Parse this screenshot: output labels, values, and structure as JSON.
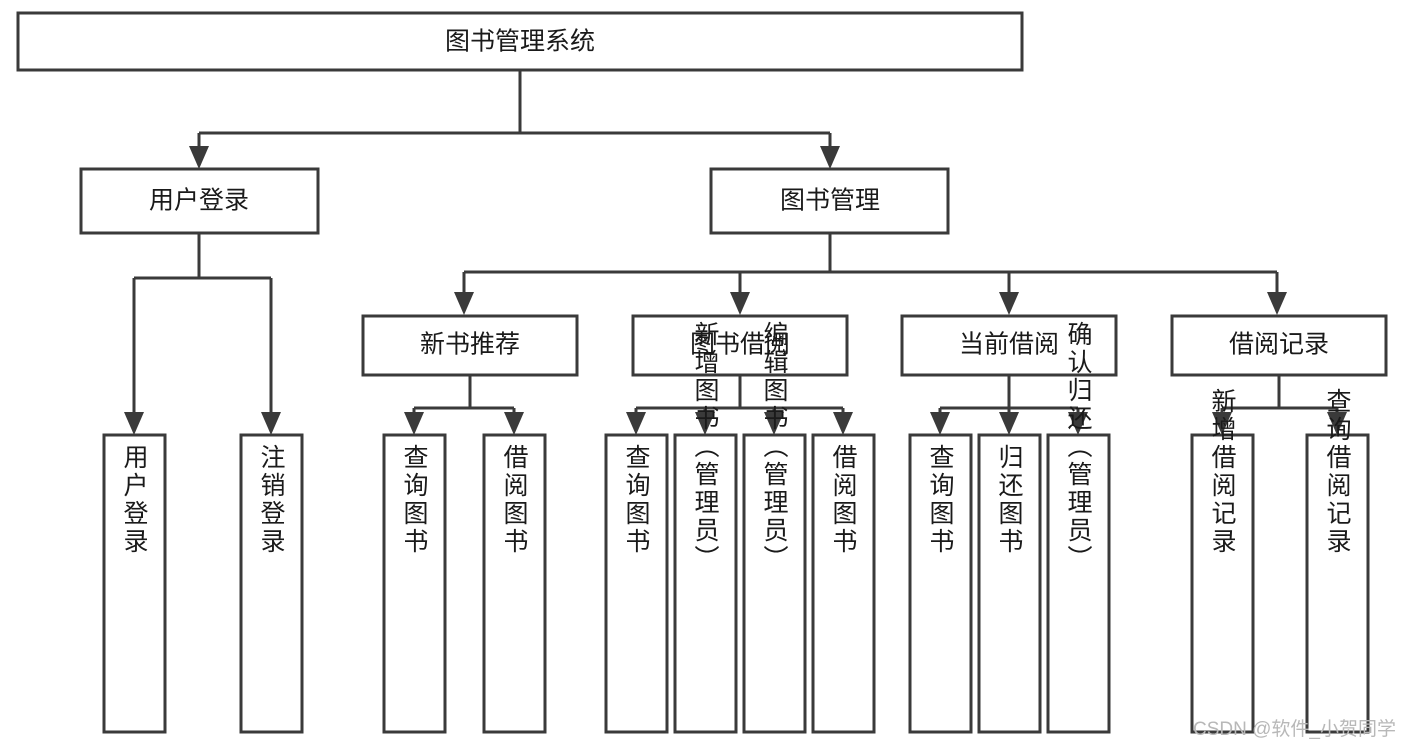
{
  "diagram": {
    "title": "图书管理系统",
    "type": "hierarchy-tree",
    "levels": 4,
    "root": {
      "id": "root",
      "label": "图书管理系统",
      "orientation": "horizontal"
    },
    "level2": [
      {
        "id": "user-login",
        "label": "用户登录",
        "orientation": "horizontal"
      },
      {
        "id": "book-management",
        "label": "图书管理",
        "orientation": "horizontal"
      }
    ],
    "level3": [
      {
        "id": "new-book-recommend",
        "label": "新书推荐",
        "orientation": "horizontal",
        "parent": "book-management"
      },
      {
        "id": "book-borrow",
        "label": "图书借阅",
        "orientation": "horizontal",
        "parent": "book-management"
      },
      {
        "id": "current-borrow",
        "label": "当前借阅",
        "orientation": "horizontal",
        "parent": "book-management"
      },
      {
        "id": "borrow-record",
        "label": "借阅记录",
        "orientation": "horizontal",
        "parent": "book-management"
      }
    ],
    "leaves": [
      {
        "id": "leaf-user-login",
        "label": "用户登录",
        "parent": "user-login",
        "orientation": "vertical"
      },
      {
        "id": "leaf-user-logout",
        "label": "注销登录",
        "parent": "user-login",
        "orientation": "vertical"
      },
      {
        "id": "leaf-query-book-1",
        "label": "查询图书",
        "parent": "new-book-recommend",
        "orientation": "vertical"
      },
      {
        "id": "leaf-borrow-book-1",
        "label": "借阅图书",
        "parent": "new-book-recommend",
        "orientation": "vertical"
      },
      {
        "id": "leaf-query-book-2",
        "label": "查询图书",
        "parent": "book-borrow",
        "orientation": "vertical"
      },
      {
        "id": "leaf-add-book",
        "label": "新增图书（管理员）",
        "parent": "book-borrow",
        "orientation": "vertical"
      },
      {
        "id": "leaf-edit-book",
        "label": "编辑图书（管理员）",
        "parent": "book-borrow",
        "orientation": "vertical"
      },
      {
        "id": "leaf-borrow-book-2",
        "label": "借阅图书",
        "parent": "book-borrow",
        "orientation": "vertical"
      },
      {
        "id": "leaf-query-book-3",
        "label": "查询图书",
        "parent": "current-borrow",
        "orientation": "vertical"
      },
      {
        "id": "leaf-return-book",
        "label": "归还图书",
        "parent": "current-borrow",
        "orientation": "vertical"
      },
      {
        "id": "leaf-confirm-return",
        "label": "确认归还（管理员）",
        "parent": "current-borrow",
        "orientation": "vertical"
      },
      {
        "id": "leaf-add-record",
        "label": "新增借阅记录",
        "parent": "borrow-record",
        "orientation": "vertical"
      },
      {
        "id": "leaf-query-record",
        "label": "查询借阅记录",
        "parent": "borrow-record",
        "orientation": "vertical"
      }
    ]
  },
  "watermark": {
    "text": "CSDN @软件_小贺同学"
  },
  "colors": {
    "stroke": "#3a3a3a",
    "fill": "#ffffff",
    "text": "#1a1a1a",
    "watermark": "#b8b8b8",
    "background": "#ffffff"
  }
}
